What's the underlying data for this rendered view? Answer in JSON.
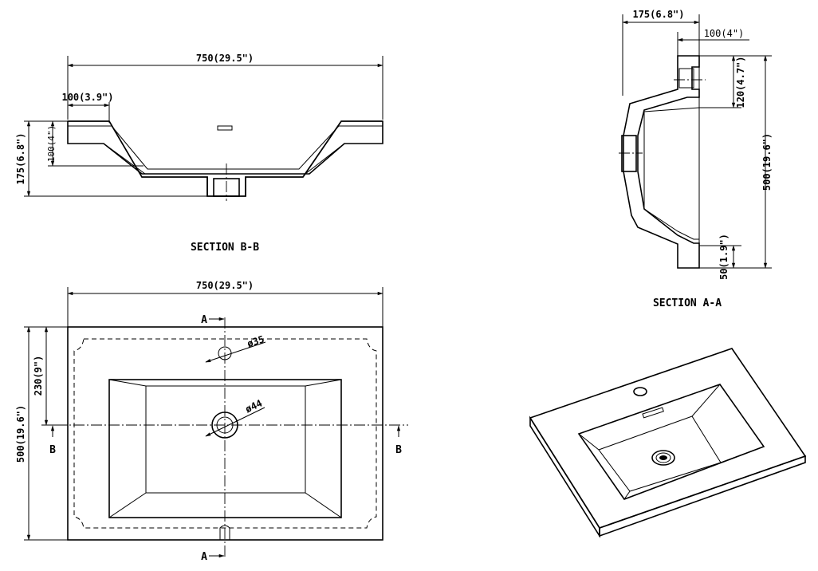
{
  "section_bb": {
    "title": "SECTION B-B",
    "width_dim": "750(29.5\")",
    "ledge_dim": "100(3.9\")",
    "height_dim": "175(6.8\")",
    "depth_dim": "100(4\")"
  },
  "section_aa": {
    "title": "SECTION A-A",
    "top_dim": "175(6.8\")",
    "ledge_dim": "100(4\")",
    "height_dim": "500(19.6\")",
    "upper_dim": "120(4.7\")",
    "lower_dim": "50(1.9\")"
  },
  "plan_view": {
    "width_dim": "750(29.5\")",
    "depth_dim": "500(19.6\")",
    "offset_dim": "230(9\")",
    "tap_hole_dim": "ø35",
    "drain_dim": "ø44",
    "section_a_label": "A",
    "section_b_label": "B"
  }
}
